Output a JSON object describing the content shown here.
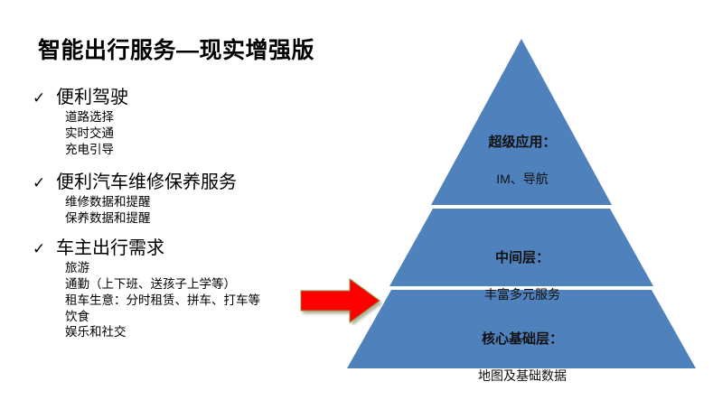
{
  "slide": {
    "title": "智能出行服务—现实增强版",
    "background_color": "#ffffff"
  },
  "bullets": [
    {
      "marker": "✓",
      "title": "便利驾驶",
      "sub_items": [
        "道路选择",
        "实时交通",
        "充电引导"
      ]
    },
    {
      "marker": "✓",
      "title": "便利汽车维修保养服务",
      "sub_items": [
        "维修数据和提醒",
        "保养数据和提醒"
      ]
    },
    {
      "marker": "✓",
      "title": "车主出行需求",
      "sub_items": [
        "旅游",
        "通勤（上下班、送孩子上学等）",
        "租车生意：分时租赁、拼车、打车等",
        "饮食",
        "娱乐和社交"
      ]
    }
  ],
  "arrow": {
    "direction": "right",
    "color": "#ff0000"
  },
  "pyramid": {
    "fill_color": "#4f81bd",
    "divider_color": "#ffffff",
    "tiers": [
      {
        "title": "超级应用：",
        "subtitle": "IM、导航"
      },
      {
        "title": "中间层：",
        "subtitle": "丰富多元服务"
      },
      {
        "title": "核心基础层：",
        "subtitle": "地图及基础数据"
      }
    ]
  }
}
